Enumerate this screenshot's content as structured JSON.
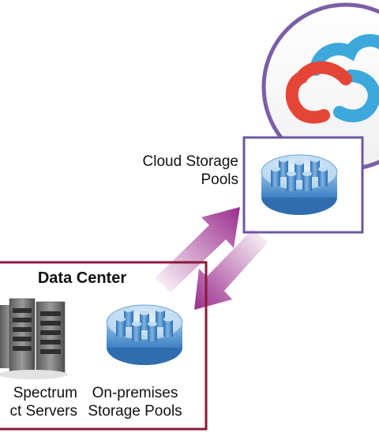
{
  "cloud": {
    "label_line1": "Cloud Storage",
    "label_line2": "Pools",
    "icon": "cloud-logo-icon"
  },
  "data_center": {
    "title": "Data Center",
    "servers_label_line1": "Spectrum",
    "servers_label_line2": "ct Servers",
    "storage_label_line1": "On-premises",
    "storage_label_line2": "Storage Pools"
  },
  "colors": {
    "cloud_circle_border": "#7B5EA7",
    "cloud_box_border": "#6F57A0",
    "data_center_border": "#8B1A3A",
    "arrow": "#9B2D8E",
    "cloud_blue": "#3CA8DC",
    "cloud_red": "#E44536",
    "disk_blue": "#3F82C4"
  }
}
